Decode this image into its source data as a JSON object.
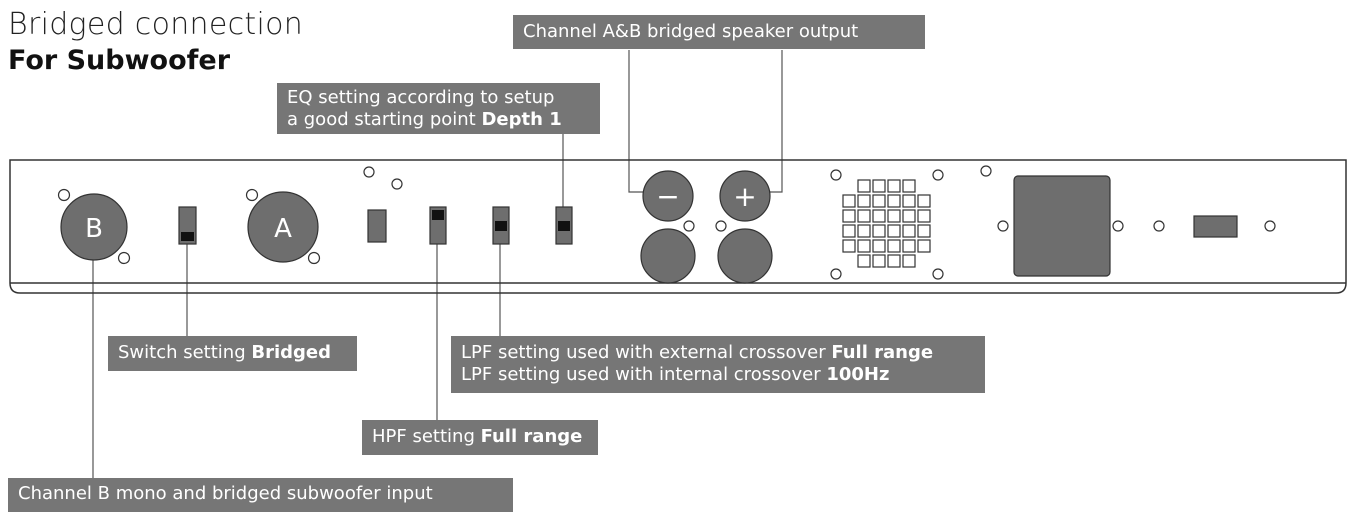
{
  "title": {
    "line1": "Bridged connection",
    "line2": "For Subwoofer"
  },
  "panel": {
    "input_b_label": "B",
    "input_a_label": "A",
    "speaker_minus_label": "−",
    "speaker_plus_label": "+"
  },
  "callouts": {
    "speaker_output": {
      "text": "Channel A&B bridged speaker output"
    },
    "eq": {
      "line1": "EQ setting according to setup",
      "line2_prefix": "a good starting point ",
      "line2_bold": "Depth 1"
    },
    "switch": {
      "prefix": "Switch setting ",
      "bold": "Bridged"
    },
    "lpf": {
      "line1_prefix": "LPF setting used with external crossover ",
      "line1_bold": "Full range",
      "line2_prefix": "LPF setting used with internal crossover ",
      "line2_bold": "100Hz"
    },
    "hpf": {
      "prefix": "HPF setting ",
      "bold": "Full range"
    },
    "input_b": {
      "text": "Channel B mono and bridged subwoofer input"
    }
  },
  "colors": {
    "callout_bg": "#767676",
    "component_fill": "#6e6e6e",
    "panel_stroke": "#333333"
  }
}
